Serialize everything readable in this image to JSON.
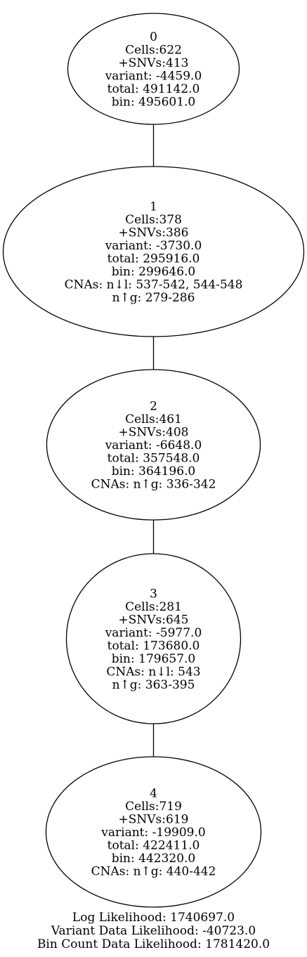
{
  "nodes": [
    {
      "id": "0",
      "lines": [
        "0",
        "Cells:622",
        "+SNVs:413",
        "variant: -4459.0",
        "total: 491142.0",
        "bin: 495601.0"
      ]
    },
    {
      "id": "1",
      "lines": [
        "1",
        "Cells:378",
        "+SNVs:386",
        "variant: -3730.0",
        "total: 295916.0",
        "bin: 299646.0",
        "CNAs: n↓l: 537-542, 544-548",
        "n↑g: 279-286"
      ]
    },
    {
      "id": "2",
      "lines": [
        "2",
        "Cells:461",
        "+SNVs:408",
        "variant: -6648.0",
        "total: 357548.0",
        "bin: 364196.0",
        "CNAs: n↑g: 336-342"
      ]
    },
    {
      "id": "3",
      "lines": [
        "3",
        "Cells:281",
        "+SNVs:645",
        "variant: -5977.0",
        "total: 173680.0",
        "bin: 179657.0",
        "CNAs: n↓l: 543",
        "n↑g: 363-395"
      ]
    },
    {
      "id": "4",
      "lines": [
        "4",
        "Cells:719",
        "+SNVs:619",
        "variant: -19909.0",
        "total: 422411.0",
        "bin: 442320.0",
        "CNAs: n↑g: 440-442"
      ]
    }
  ],
  "edges": [
    {
      "from": "0",
      "to": "1"
    },
    {
      "from": "1",
      "to": "2"
    },
    {
      "from": "2",
      "to": "3"
    },
    {
      "from": "3",
      "to": "4"
    }
  ],
  "footer": {
    "log_likelihood": "Log Likelihood: 1740697.0",
    "variant_likelihood": "Variant Data Likelihood: -40723.0",
    "bin_count_likelihood": "Bin Count Data Likelihood: 1781420.0"
  }
}
